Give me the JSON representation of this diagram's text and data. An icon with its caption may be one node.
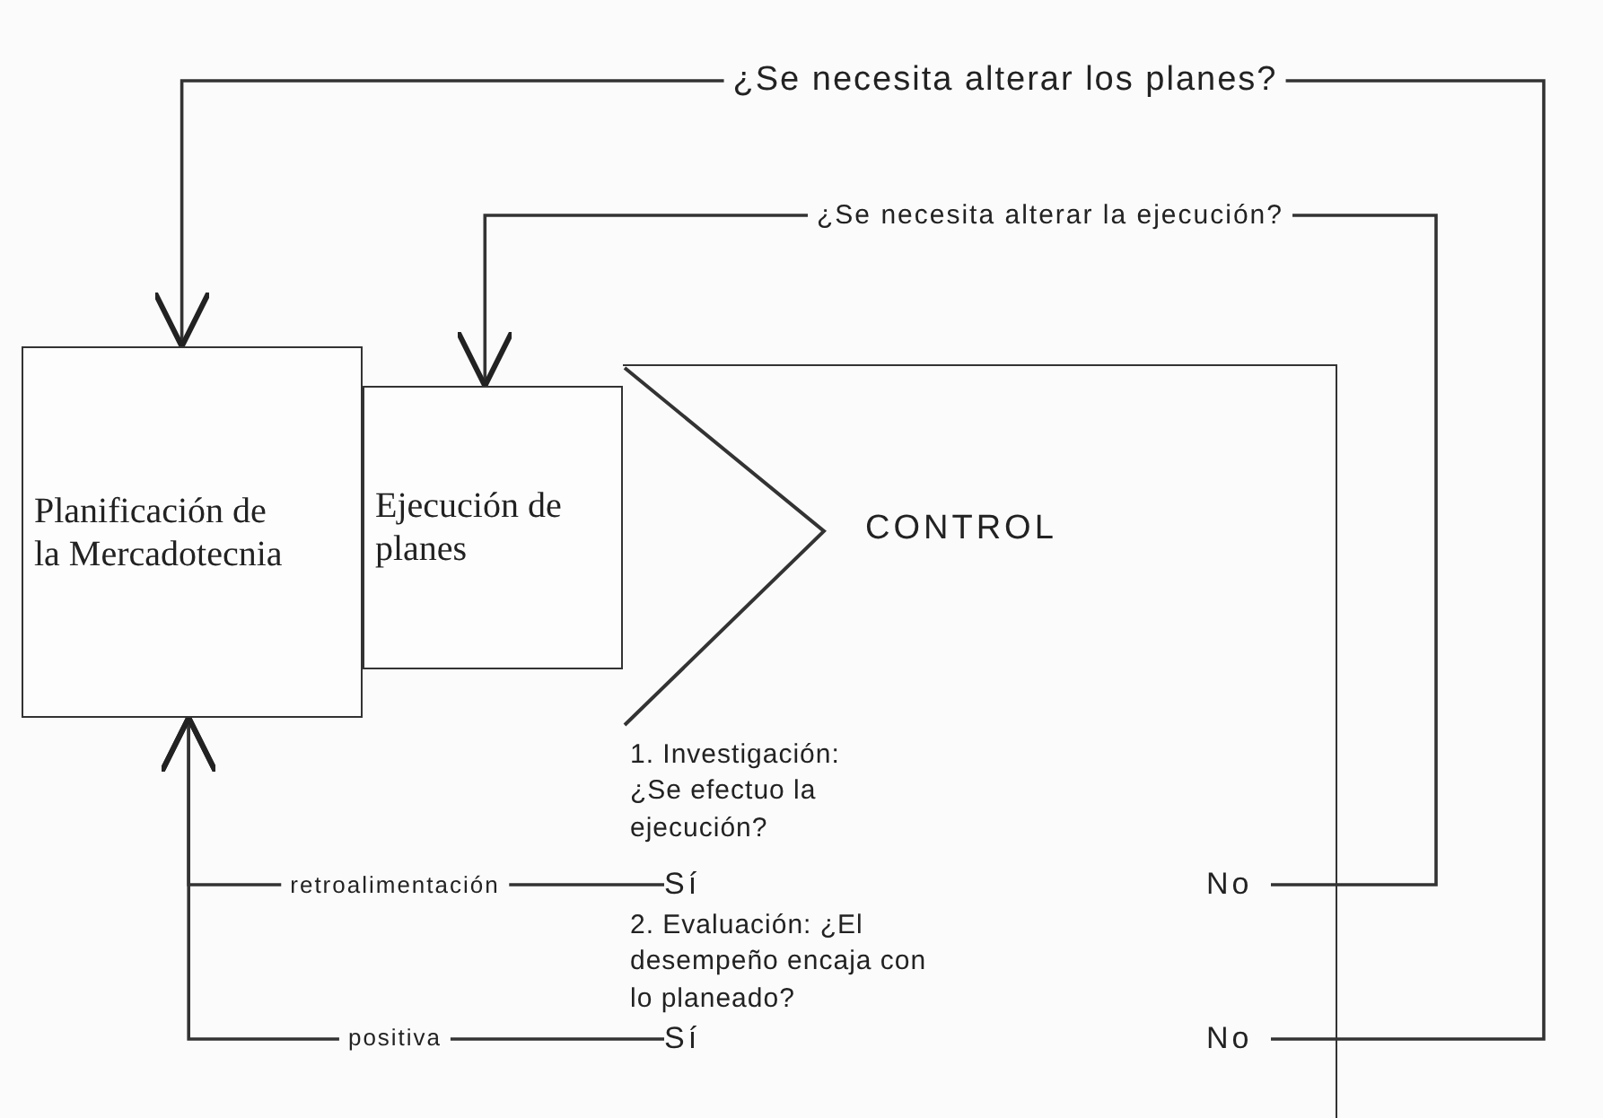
{
  "diagram": {
    "nodes": [
      {
        "text": [
          "Planificación de la Mercadotecnia"
        ]
      },
      {
        "text": [
          "Ejecución de planes"
        ]
      },
      {
        "text": [
          "CONTROL"
        ]
      },
      {
        "text": [
          "1. Investigación: ¿Se efectuo la ejecución?"
        ],
        "in": 2
      },
      {
        "text": [
          "Sí"
        ],
        "in": 2
      },
      {
        "text": [
          "No"
        ],
        "in": 2
      },
      {
        "text": [
          "2. Evaluación: ¿El desempeño encaja con lo planeado?"
        ],
        "in": 2
      },
      {
        "text": [
          "Sí"
        ],
        "in": 2
      },
      {
        "text": [
          "No"
        ],
        "in": 2
      }
    ],
    "edges": [
      {
        "from": 8,
        "to": 0,
        "arrow": "to",
        "label": "¿Se necesita alterar los planes?"
      },
      {
        "from": 5,
        "to": 1,
        "arrow": "to",
        "label": "¿Se necesita alterar la ejecución?"
      },
      {
        "from": 4,
        "to": 0,
        "arrow": "to",
        "label": "retroalimentación"
      },
      {
        "from": 7,
        "to": 0,
        "arrow": "to",
        "label": "positiva"
      }
    ]
  }
}
